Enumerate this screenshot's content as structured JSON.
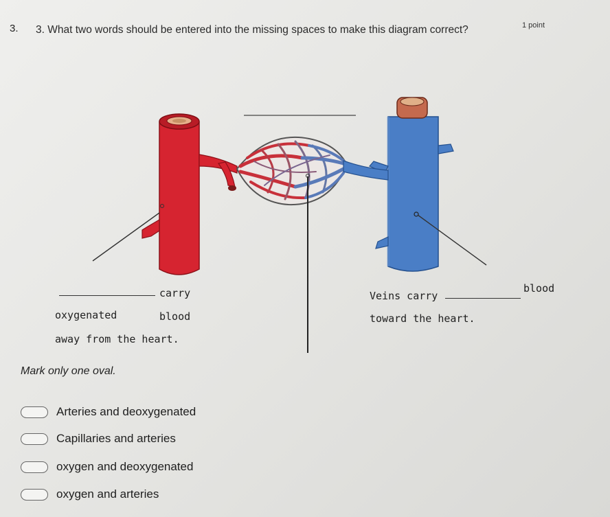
{
  "question": {
    "number": "3.",
    "text": "3. What two words should be entered into the missing spaces to make this diagram correct?",
    "points": "1 point"
  },
  "diagram": {
    "left_caption": {
      "word_carry": "carry",
      "word_oxygenated": "oxygenated",
      "word_blood": "blood",
      "line3": "away from the heart."
    },
    "right_caption": {
      "veins_carry": "Veins carry",
      "blood": "blood",
      "line2": "toward the heart."
    },
    "colors": {
      "artery": "#d62430",
      "vein": "#4a7ec6",
      "capillary_outline": "#555555"
    }
  },
  "instruction": "Mark only one oval.",
  "options": [
    {
      "label": "Arteries and deoxygenated"
    },
    {
      "label": "Capillaries and arteries"
    },
    {
      "label": "oxygen and deoxygenated"
    },
    {
      "label": "oxygen and arteries"
    }
  ]
}
